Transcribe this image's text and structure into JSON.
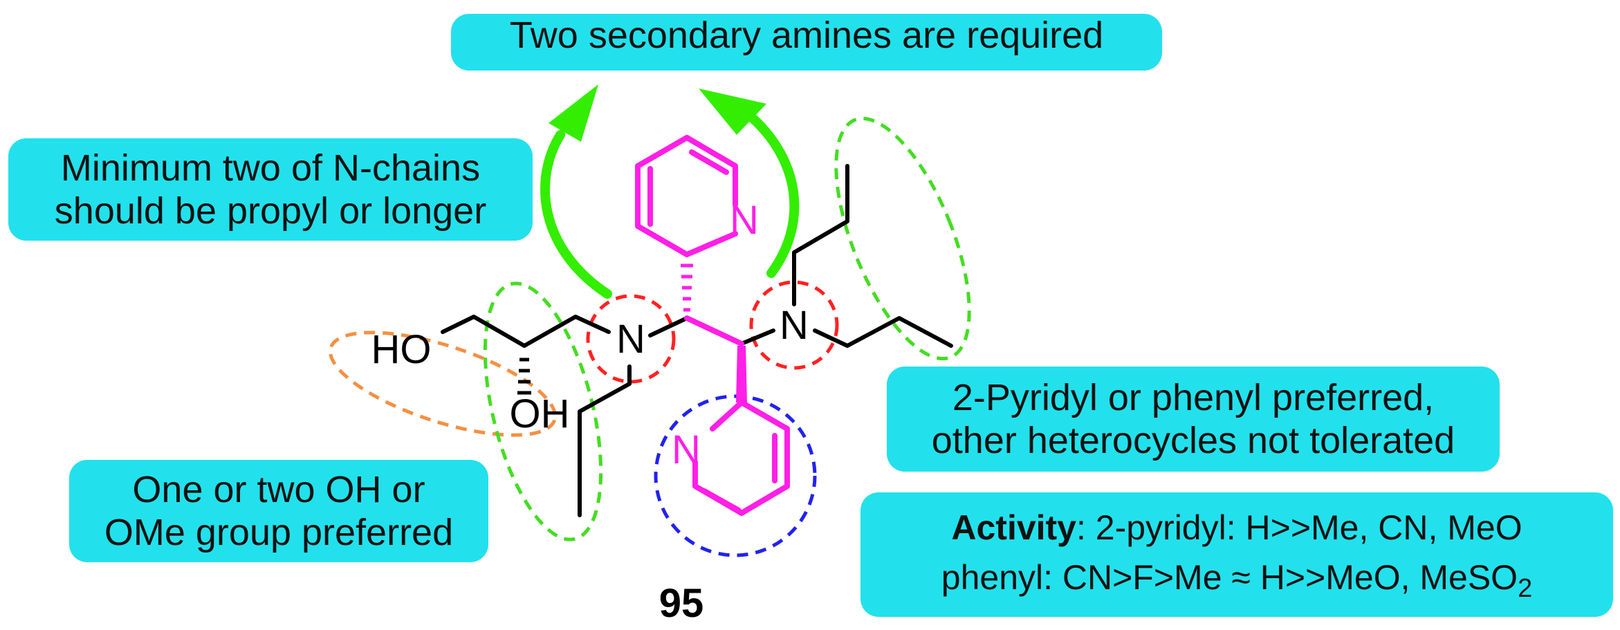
{
  "colors": {
    "callout_bg": "#22e1ec",
    "pyridine": "#ff1fe6",
    "bond": "#000000",
    "arrow": "#33ee00",
    "region_red": "#ff2222",
    "region_green": "#44dd22",
    "region_orange": "#f59042",
    "region_blue": "#2222ee"
  },
  "callouts": {
    "top": "Two secondary amines are required",
    "nchains": [
      "Minimum two of N-chains",
      "should be propyl or longer"
    ],
    "oh": [
      "One or two OH or",
      "OMe group preferred"
    ],
    "pyridyl": [
      "2-Pyridyl or phenyl preferred,",
      "other heterocycles not tolerated"
    ],
    "activity": {
      "label": "Activity",
      "line1_rest": ": 2-pyridyl: H>>Me, CN, MeO",
      "line2": "phenyl: CN>F>Me ≈ H>>MeO, MeSO",
      "line2_sub": "2"
    }
  },
  "molecule": {
    "compound_number": "95",
    "atoms": {
      "n_left": "N",
      "n_right": "N",
      "n_pyridine_top": "N",
      "n_pyridine_bottom": "N",
      "ho": "HO",
      "oh": "OH"
    }
  }
}
